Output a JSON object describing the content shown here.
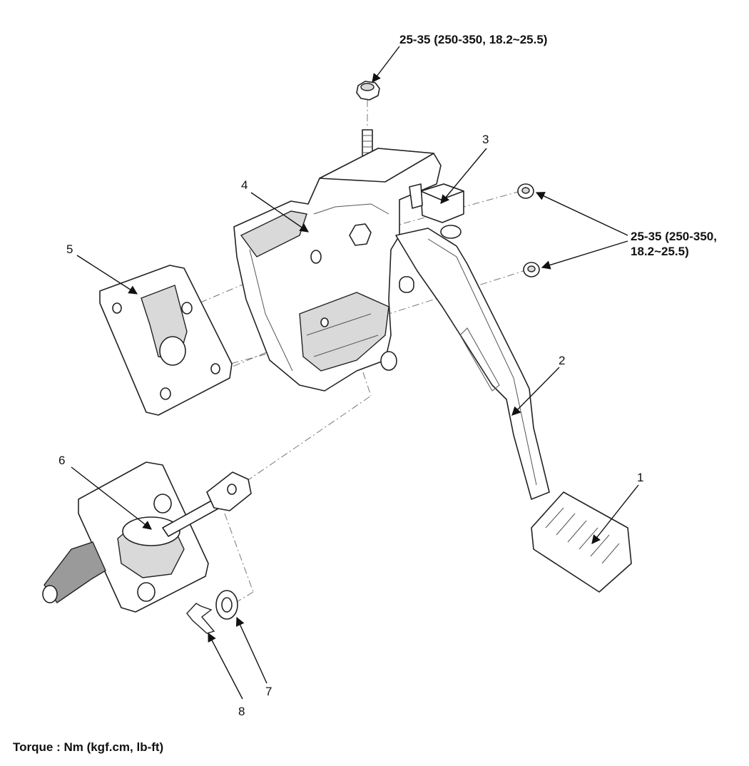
{
  "callouts": {
    "p1": "1",
    "p2": "2",
    "p3": "3",
    "p4": "4",
    "p5": "5",
    "p6": "6",
    "p7": "7",
    "p8": "8"
  },
  "torque": {
    "top_line1": "25-35 (250-350, 18.2~25.5)",
    "side_line1": "25-35 (250-350,",
    "side_line2": "18.2~25.5)"
  },
  "footer": {
    "torque_unit": "Torque : Nm (kgf.cm, lb-ft)"
  }
}
